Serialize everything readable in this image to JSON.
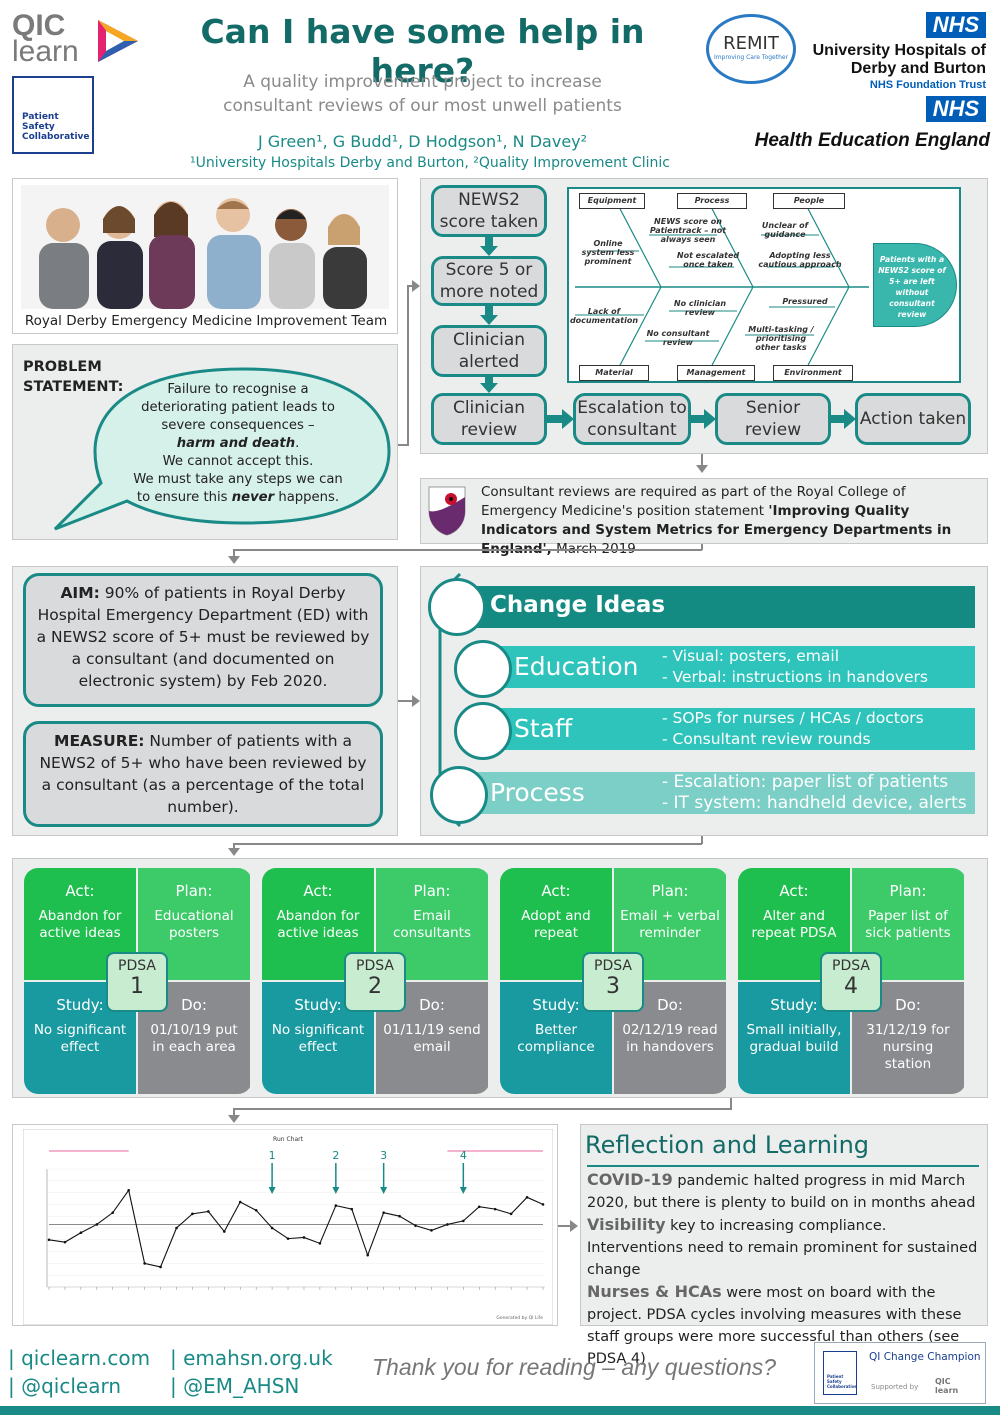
{
  "header": {
    "logo_text": "QIC learn",
    "title": "Can I have some help in here?",
    "subtitle_line1": "A quality improvement project to increase",
    "subtitle_line2": "consultant reviews of our most unwell patients",
    "authors": "J Green¹, G Budd¹, D Hodgson¹, N Davey²",
    "affiliations": "¹University Hospitals Derby and Burton, ²Quality Improvement Clinic",
    "psc_line1": "Patient",
    "psc_line2": "Safety",
    "psc_line3": "Collaborative",
    "remit_label": "REMIT",
    "remit_tag": "Improving Care Together",
    "nhs_badge": "NHS",
    "trust_line1": "University Hospitals of",
    "trust_line2": "Derby and Burton",
    "trust_line3": "NHS Foundation Trust",
    "hee_badge": "NHS",
    "hee_name": "Health Education England"
  },
  "team": {
    "caption": "Royal Derby Emergency Medicine Improvement Team"
  },
  "problem": {
    "label_line1": "PROBLEM",
    "label_line2": "STATEMENT:",
    "line1": "Failure to recognise a",
    "line2": "deteriorating patient leads to",
    "line3": "severe consequences –",
    "line4": "harm and death",
    "line4_end": ".",
    "line5": "We cannot accept this.",
    "line6": "We must take any steps we can",
    "line7_a": "to ensure this ",
    "line7_b": "never",
    "line7_c": " happens."
  },
  "flow": {
    "step1": "NEWS2 score taken",
    "step2": "Score 5 or more noted",
    "step3": "Clinician alerted",
    "step4": "Clinician review",
    "step5": "Escalation to consultant",
    "step6": "Senior review",
    "step7": "Action taken"
  },
  "fishbone": {
    "cat_equipment": "Equipment",
    "cat_process": "Process",
    "cat_people": "People",
    "cat_material": "Material",
    "cat_management": "Management",
    "cat_environment": "Environment",
    "c1": "NEWS score on Patientrack – not always seen",
    "c2": "Online system less prominent",
    "c3": "Not escalated once taken",
    "c4": "Unclear of guidance",
    "c5": "Adopting less cautious approach",
    "c6": "Lack of documentation",
    "c7": "No clinician review",
    "c8": "No consultant review",
    "c9": "Pressured",
    "c10": "Multi-tasking / prioritising other tasks",
    "head": "Patients with a NEWS2 score of 5+ are left without consultant review"
  },
  "rcem": {
    "text_a": "Consultant reviews are required as part of the Royal College of Emergency Medicine's position statement ",
    "text_b": "'Improving Quality Indicators and System Metrics for Emergency Departments in England',",
    "text_c": " March 2019"
  },
  "aim": {
    "label": "AIM:",
    "text": " 90% of patients in Royal Derby Hospital Emergency Department (ED) with a NEWS2 score of 5+ must be reviewed by a consultant (and documented on electronic system) by Feb 2020."
  },
  "measure": {
    "label": "MEASURE:",
    "text": " Number of patients with a NEWS2 of 5+ who have been reviewed by a consultant (as a percentage of the total number)."
  },
  "change_ideas": {
    "title": "Change Ideas",
    "education": "Education",
    "education_1": "- Visual: posters, email",
    "education_2": "- Verbal: instructions in handovers",
    "staff": "Staff",
    "staff_1": "- SOPs for nurses / HCAs / doctors",
    "staff_2": "- Consultant review rounds",
    "process": "Process",
    "process_1": "- Escalation: paper list of patients",
    "process_2": "- IT system: handheld device, alerts"
  },
  "pdsa": [
    {
      "act_h": "Act:",
      "act": "Abandon for active ideas",
      "plan_h": "Plan:",
      "plan": "Educational posters",
      "study_h": "Study:",
      "study": "No significant effect",
      "do_h": "Do:",
      "do": "01/10/19 put in each area",
      "label": "PDSA",
      "num": "1"
    },
    {
      "act_h": "Act:",
      "act": "Abandon for active ideas",
      "plan_h": "Plan:",
      "plan": "Email consultants",
      "study_h": "Study:",
      "study": "No significant effect",
      "do_h": "Do:",
      "do": "01/11/19 send email",
      "label": "PDSA",
      "num": "2"
    },
    {
      "act_h": "Act:",
      "act": "Adopt and repeat",
      "plan_h": "Plan:",
      "plan": "Email + verbal reminder",
      "study_h": "Study:",
      "study": "Better compliance",
      "do_h": "Do:",
      "do": "02/12/19 read in handovers",
      "label": "PDSA",
      "num": "3"
    },
    {
      "act_h": "Act:",
      "act": "Alter and repeat PDSA",
      "plan_h": "Plan:",
      "plan": "Paper list of sick patients",
      "study_h": "Study:",
      "study": "Small initially, gradual build",
      "do_h": "Do:",
      "do": "31/12/19 for nursing station",
      "label": "PDSA",
      "num": "4"
    }
  ],
  "chart_data": {
    "type": "line",
    "title": "Run Chart",
    "y": [
      40,
      38,
      46,
      53,
      63,
      82,
      20,
      17,
      50,
      62,
      64,
      47,
      72,
      65,
      50,
      41,
      42,
      37,
      69,
      66,
      27,
      63,
      60,
      52,
      48,
      53,
      56,
      68,
      66,
      62,
      76,
      70
    ],
    "median_line": 53,
    "annotations": [
      "1",
      "2",
      "3",
      "4"
    ],
    "annotation_index": [
      14,
      18,
      21,
      26
    ],
    "footer": "Generated by QI Life"
  },
  "reflection": {
    "title": "Reflection and Learning",
    "p1_b": "COVID-19",
    "p1": " pandemic halted progress in mid March 2020, but there is plenty to build on in months ahead",
    "p2_b": "Visibility",
    "p2": " key to increasing compliance. Interventions need to remain prominent for sustained change",
    "p3_b": "Nurses & HCAs",
    "p3": " were most on board with the project. PDSA cycles involving measures with these staff groups were more successful than others (see PDSA 4)"
  },
  "footer": {
    "link1": "| qiclearn.com",
    "link2": "| @qiclearn",
    "link3": "| emahsn.org.uk",
    "link4": "| @EM_AHSN",
    "thanks": "Thank you for reading – any questions?",
    "champion_title": "QI Change Champion",
    "champion_supported": "Supported by",
    "champion_psc": "Patient Safety Collaborative",
    "champion_logo": "QIC learn"
  }
}
